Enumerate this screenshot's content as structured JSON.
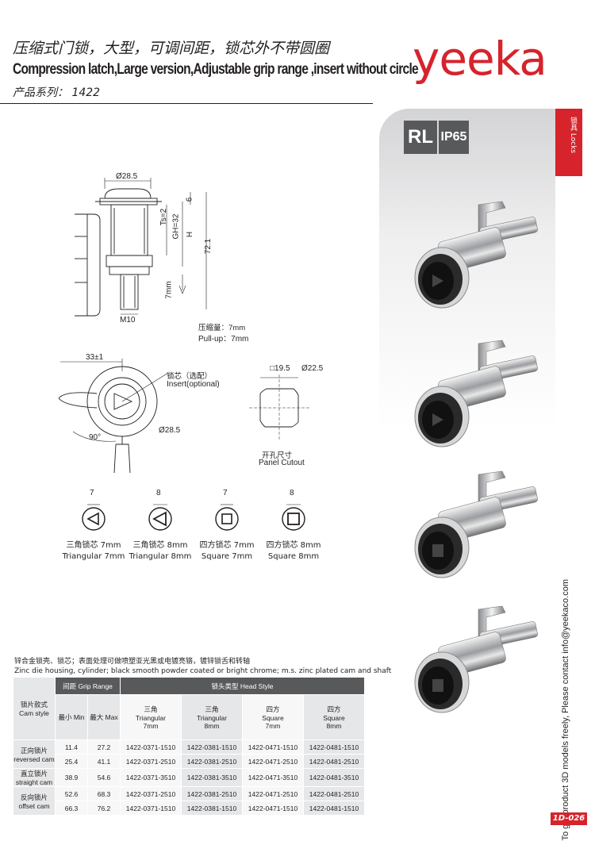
{
  "header": {
    "title_cn": "压缩式门锁，大型，可调间距，锁芯外不带圆圈",
    "title_en": "Compression latch,Large version,Adjustable grip range ,insert without circle",
    "series": "产品系列：  1422"
  },
  "brand": {
    "logo": "yeeka",
    "accent_color": "#d6232c"
  },
  "side": {
    "tab_label": "锁具 Locks",
    "contact": "To get product 3D models freely, Please contact  info@yeekaco.com",
    "page_code": "1D-026"
  },
  "badges": {
    "rl": "RL",
    "ip": "IP65"
  },
  "drawing": {
    "dim_d285": "Ø28.5",
    "dim_6": "6",
    "dim_ts": "Ts=2",
    "dim_gh": "GH=32",
    "dim_h": "H",
    "dim_721": "72.1",
    "dim_7mm": "7mm",
    "dim_m10": "M10",
    "pullup_cn": "压缩量：7mm",
    "pullup_en": "Pull-up：7mm",
    "dim_33": "33±1",
    "insert_cn": "锁芯（选配）",
    "insert_en": "Insert(optional)",
    "dim_d285b": "Ø28.5",
    "dim_90": "90°",
    "dim_sq195": "□19.5",
    "dim_d225": "Ø22.5",
    "cutout_cn": "开孔尺寸",
    "cutout_en": "Panel Cutout"
  },
  "inserts": [
    {
      "size": "7",
      "cn": "三角锁芯 7mm",
      "en": "Triangular 7mm",
      "shape": "triangle-icon"
    },
    {
      "size": "8",
      "cn": "三角锁芯 8mm",
      "en": "Triangular 8mm",
      "shape": "triangle-icon"
    },
    {
      "size": "7",
      "cn": "四方锁芯 7mm",
      "en": "Square 7mm",
      "shape": "square-icon"
    },
    {
      "size": "8",
      "cn": "四方锁芯 8mm",
      "en": "Square 8mm",
      "shape": "square-icon"
    }
  ],
  "notes": {
    "cn": "锌合金锁壳、锁芯；表面处理可做喷塑亚光黑或电镀亮铬，镀锌锁舌和转轴",
    "en": "Zinc die housing, cylinder; black smooth powder coated or bright chrome; m.s. zinc plated cam and shaft"
  },
  "table": {
    "grip_range": "间距 Grip Range",
    "head_style": "锁头类型 Head Style",
    "cam_style_cn": "锁片款式",
    "cam_style_en": "Cam style",
    "min_label": "最小 Min",
    "max_label": "最大 Max",
    "heads": [
      {
        "cn": "三角",
        "en": "Triangular",
        "size": "7mm"
      },
      {
        "cn": "三角",
        "en": "Triangular",
        "size": "8mm"
      },
      {
        "cn": "四方",
        "en": "Square",
        "size": "7mm"
      },
      {
        "cn": "四方",
        "en": "Square",
        "size": "8mm"
      }
    ],
    "groups": [
      {
        "cn": "正向锁片",
        "en": "reversed cam",
        "rows": [
          {
            "min": "11.4",
            "max": "27.2",
            "codes": [
              "1422-0371-1510",
              "1422-0381-1510",
              "1422-0471-1510",
              "1422-0481-1510"
            ]
          },
          {
            "min": "25.4",
            "max": "41.1",
            "codes": [
              "1422-0371-2510",
              "1422-0381-2510",
              "1422-0471-2510",
              "1422-0481-2510"
            ]
          }
        ]
      },
      {
        "cn": "直立锁片",
        "en": "straight cam",
        "rows": [
          {
            "min": "38.9",
            "max": "54.6",
            "codes": [
              "1422-0371-3510",
              "1422-0381-3510",
              "1422-0471-3510",
              "1422-0481-3510"
            ]
          }
        ]
      },
      {
        "cn": "反向锁片",
        "en": "offset cam",
        "rows": [
          {
            "min": "52.6",
            "max": "68.3",
            "codes": [
              "1422-0371-2510",
              "1422-0381-2510",
              "1422-0471-2510",
              "1422-0481-2510"
            ]
          },
          {
            "min": "66.3",
            "max": "76.2",
            "codes": [
              "1422-0371-1510",
              "1422-0381-1510",
              "1422-0471-1510",
              "1422-0481-1510"
            ]
          }
        ]
      }
    ]
  }
}
